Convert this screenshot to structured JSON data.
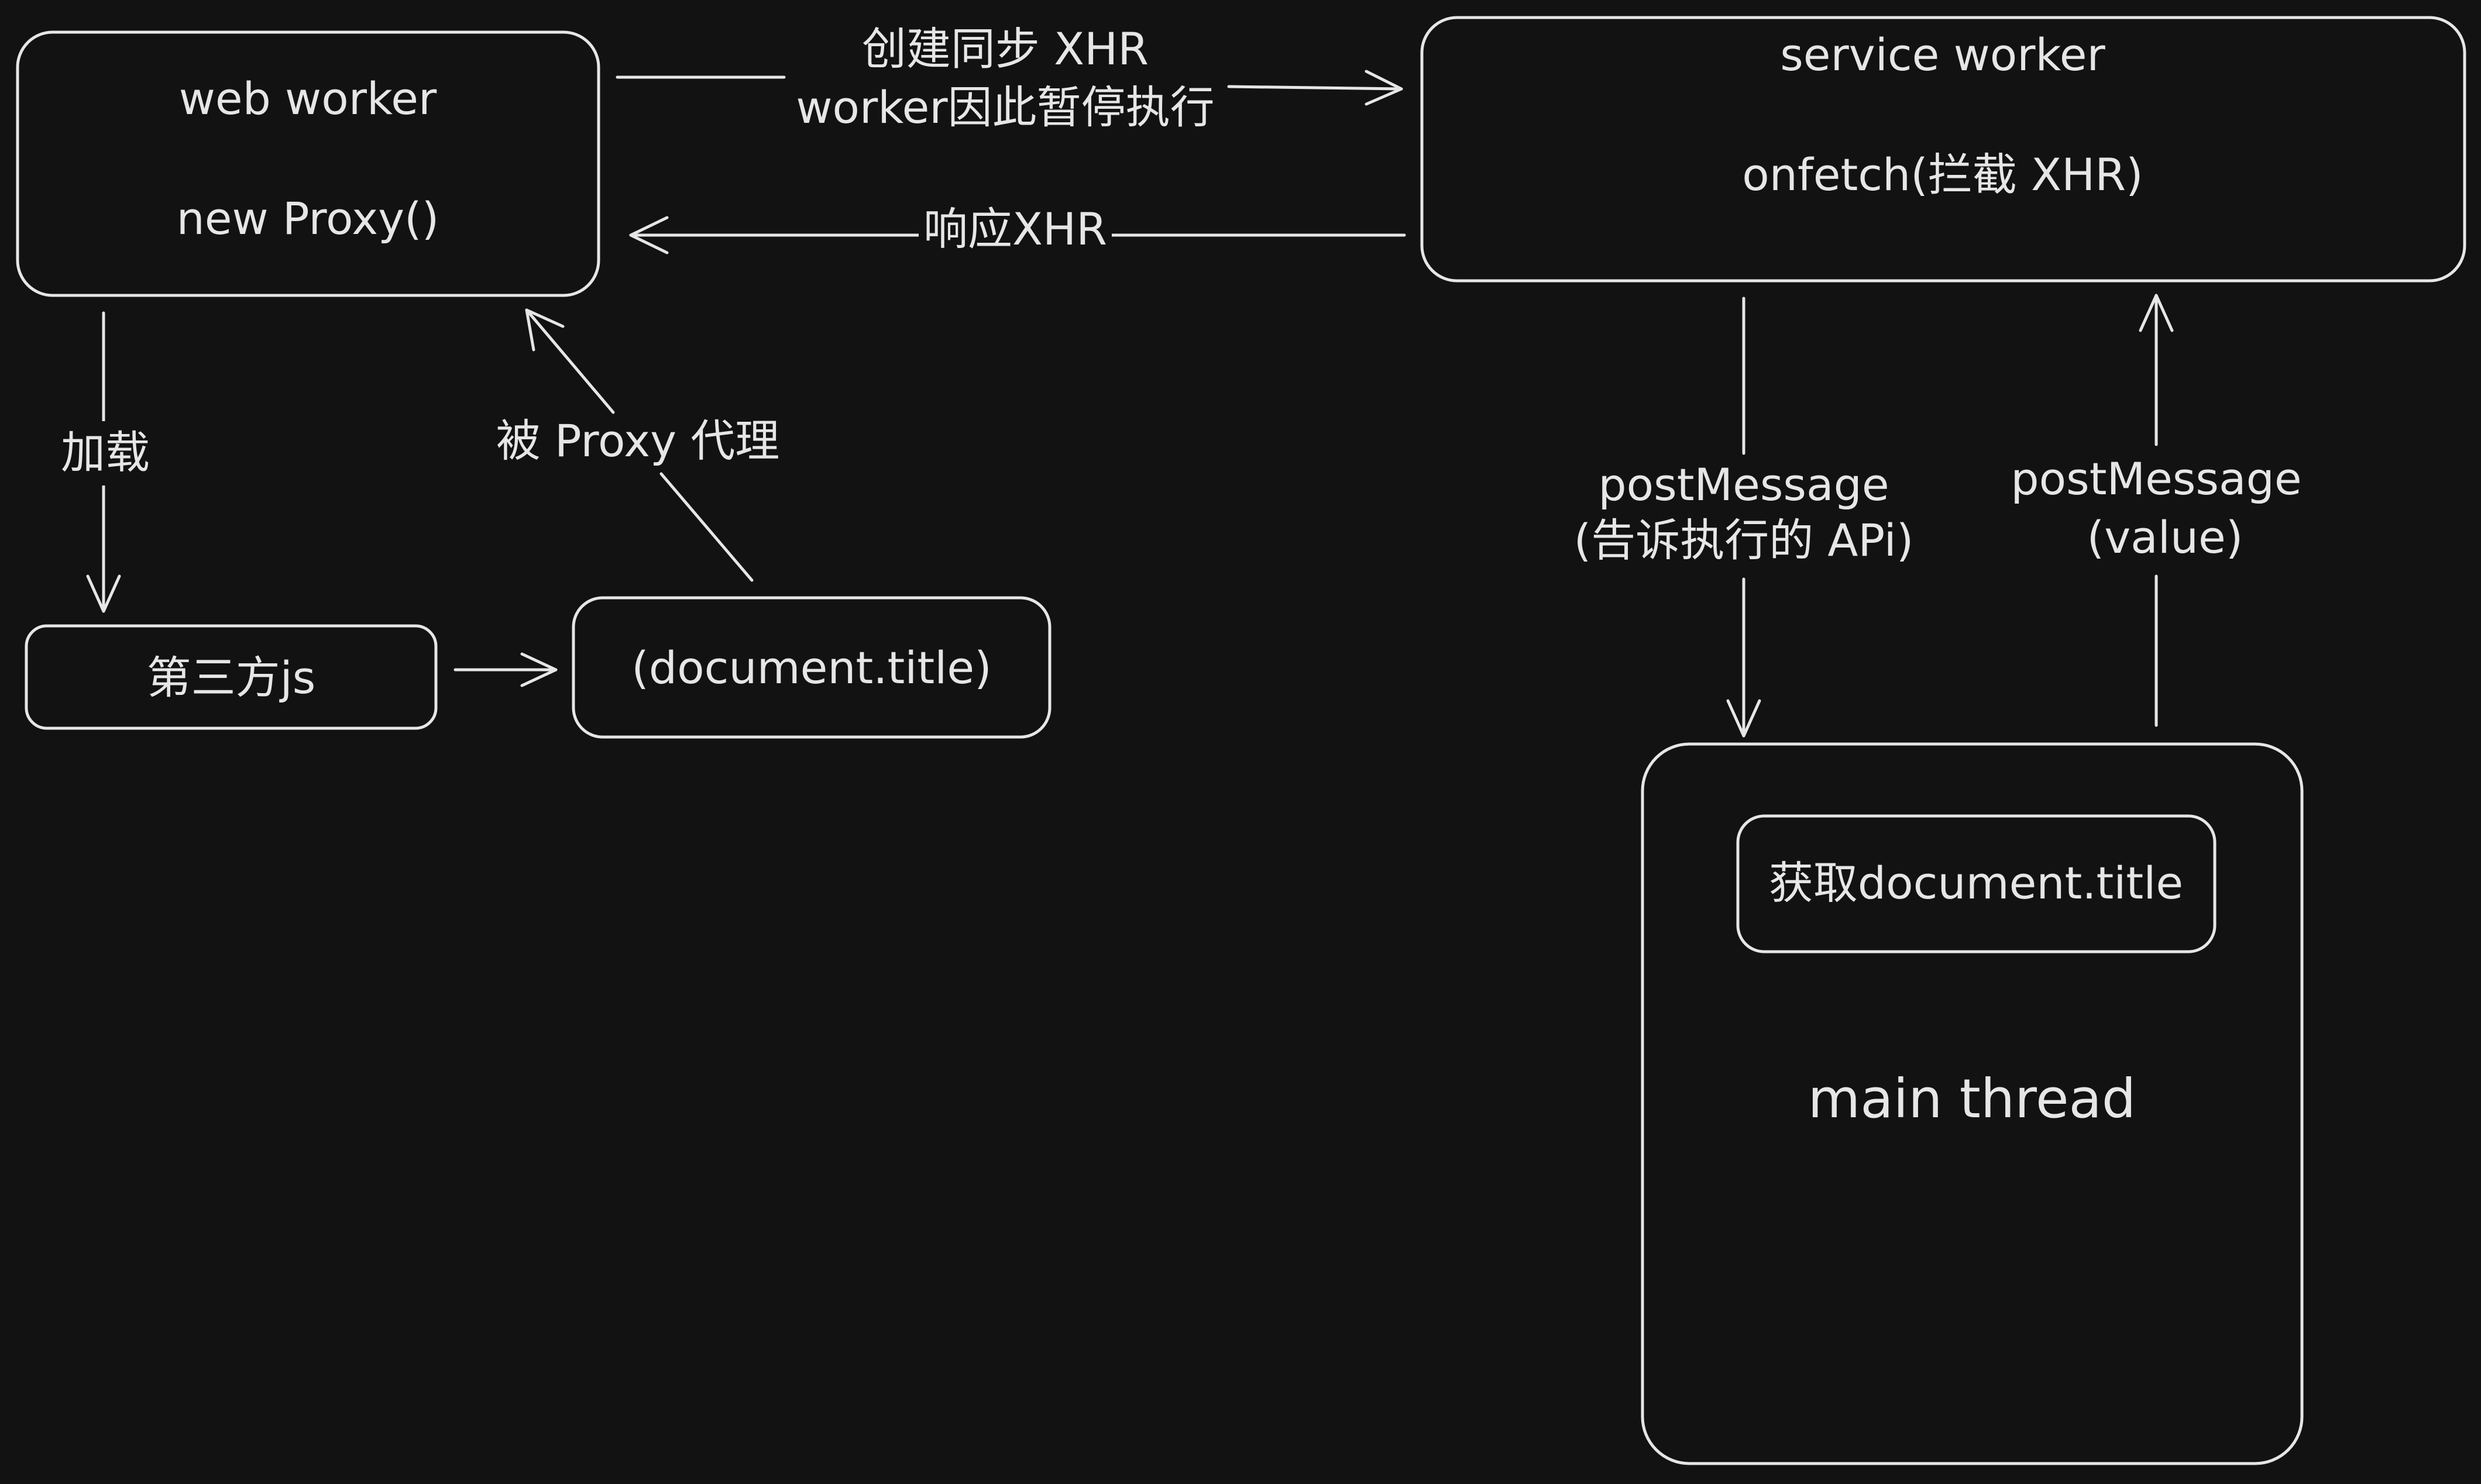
{
  "colors": {
    "background": "#121212",
    "stroke": "#e6e6e6"
  },
  "nodes": {
    "web_worker": {
      "line1": "web worker",
      "line2": "new Proxy()"
    },
    "service_worker": {
      "line1": "service worker",
      "line2": "onfetch(拦截 XHR)"
    },
    "third_party_js": {
      "label": "第三方js"
    },
    "document_title": {
      "label": "(document.title)"
    },
    "main_thread": {
      "label": "main thread"
    },
    "get_title": {
      "label": "获取document.title"
    }
  },
  "edges": {
    "sync_xhr": {
      "line1": "创建同步 XHR",
      "line2": "worker因此暂停执行"
    },
    "respond_xhr": {
      "label": "响应XHR"
    },
    "load": {
      "label": "加载"
    },
    "proxied": {
      "label": "被 Proxy 代理"
    },
    "post_to_main": {
      "line1": "postMessage",
      "line2": "(告诉执行的 APi)"
    },
    "post_value": {
      "line1": "postMessage",
      "line2": "(value)"
    }
  }
}
